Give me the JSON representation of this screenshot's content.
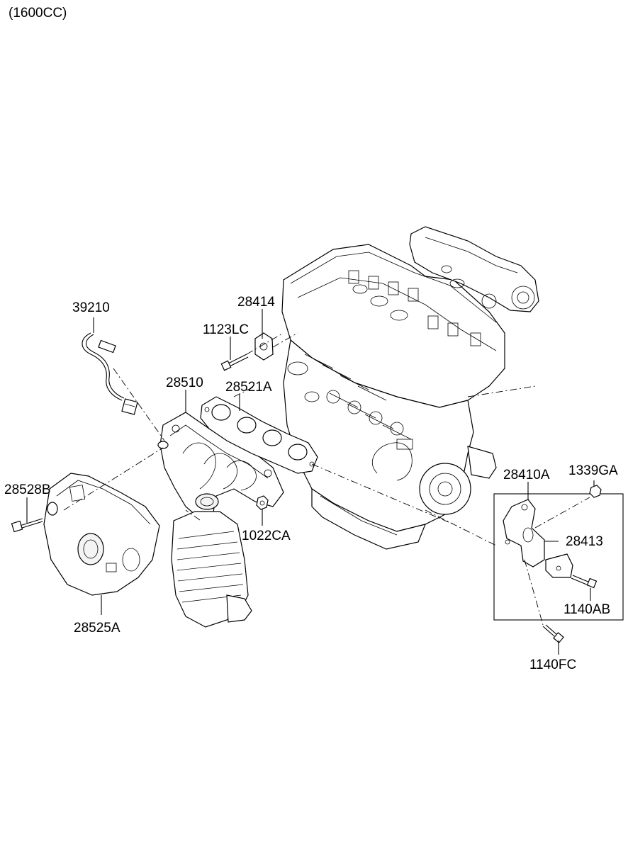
{
  "variant_label": "(1600CC)",
  "callouts": {
    "p39210": "39210",
    "p28414": "28414",
    "p1123LC": "1123LC",
    "p28510": "28510",
    "p28521A": "28521A",
    "p28528B": "28528B",
    "p1022CA": "1022CA",
    "p28525A": "28525A",
    "p28410A": "28410A",
    "p1339GA": "1339GA",
    "p28413": "28413",
    "p1140AB": "1140AB",
    "p1140FC": "1140FC"
  }
}
